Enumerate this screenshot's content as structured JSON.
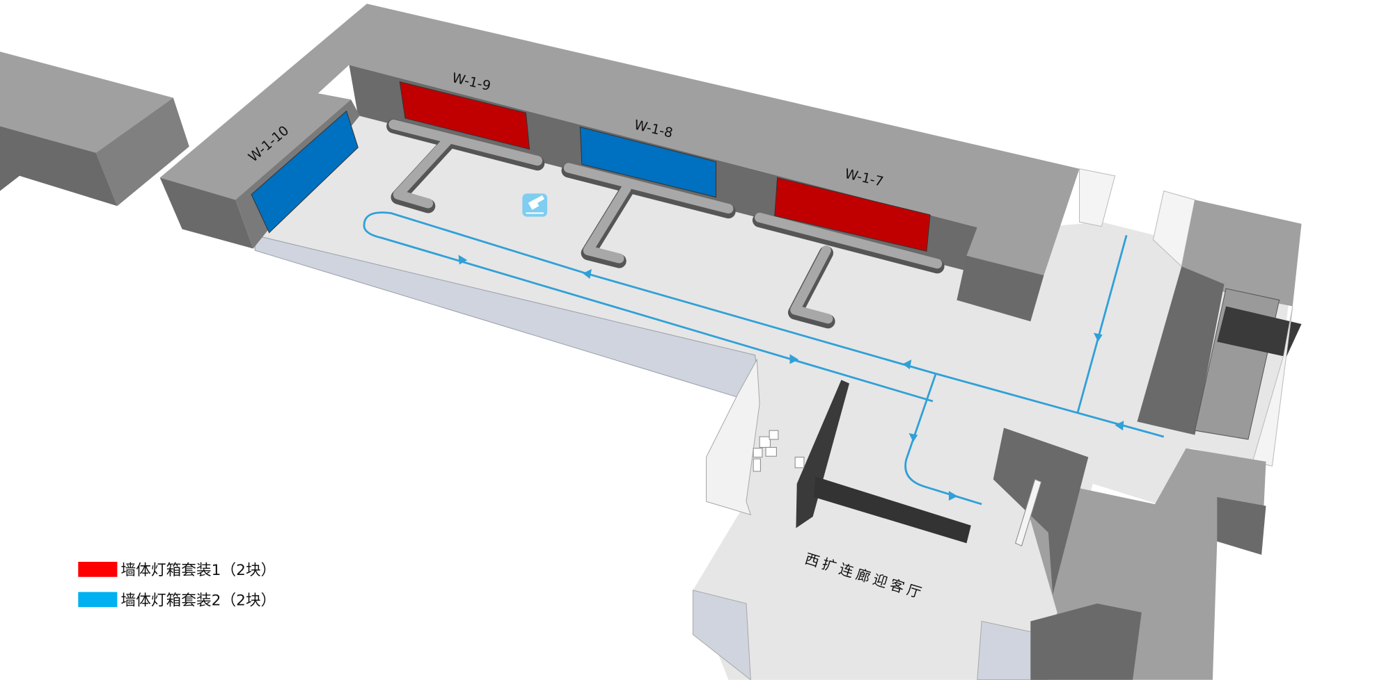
{
  "panels": [
    {
      "id": "W-1-10",
      "label": "W-1-10",
      "type": "2"
    },
    {
      "id": "W-1-9",
      "label": "W-1-9",
      "type": "1"
    },
    {
      "id": "W-1-8",
      "label": "W-1-8",
      "type": "2"
    },
    {
      "id": "W-1-7",
      "label": "W-1-7",
      "type": "1"
    }
  ],
  "hall_label": "西扩连廊迎客厅",
  "legend": [
    {
      "label": "墙体灯箱套装1（2块）",
      "color": "#ff0000"
    },
    {
      "label": "墙体灯箱套装2（2块）",
      "color": "#00b0f0"
    }
  ],
  "colors": {
    "panel_red": "#c00000",
    "panel_blue": "#0070c0",
    "route": "#2fa0d8"
  },
  "icons": {
    "service": "check-in-service-icon"
  }
}
